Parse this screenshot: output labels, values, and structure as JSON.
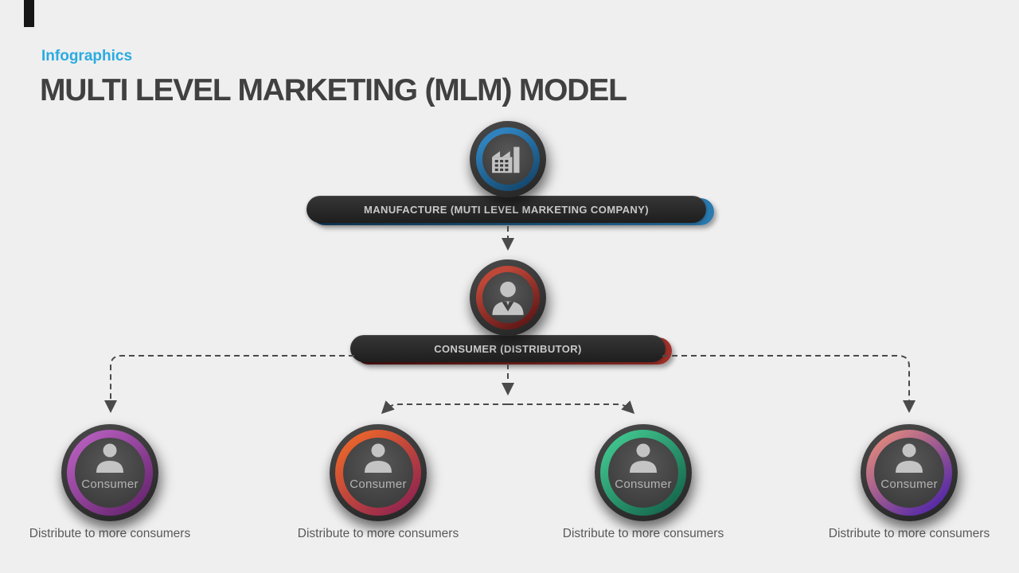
{
  "slide": {
    "background_color": "#efefef",
    "ribbon_color": "#161616",
    "eyebrow": {
      "text": "Infographics",
      "color": "#29abe2"
    },
    "title": {
      "text": "MULTI LEVEL MARKETING (MLM) MODEL",
      "color": "#404040"
    }
  },
  "diagram": {
    "manufacturer": {
      "icon": "factory-icon",
      "ring_colors": [
        "#2f82bd",
        "#14466b"
      ],
      "bar": {
        "label": "MANUFACTURE (MUTI LEVEL MARKETING COMPANY)",
        "accent_colors": [
          "#123a57",
          "#2a7ab0"
        ]
      }
    },
    "distributor": {
      "icon": "person-icon",
      "ring_colors": [
        "#bf4738",
        "#5c1616"
      ],
      "bar": {
        "label": "CONSUMER (DISTRIBUTOR)",
        "accent_colors": [
          "#4a1210",
          "#a03028"
        ]
      }
    },
    "consumers": [
      {
        "label": "Consumer",
        "caption": "Distribute to more consumers",
        "icon": "person-icon",
        "ring_colors": [
          "#b35cbb",
          "#67256f"
        ]
      },
      {
        "label": "Consumer",
        "caption": "Distribute to more consumers",
        "icon": "person-icon",
        "ring_colors": [
          "#e8632c",
          "#8e2350"
        ]
      },
      {
        "label": "Consumer",
        "caption": "Distribute to more consumers",
        "icon": "person-icon",
        "ring_colors": [
          "#3fc18c",
          "#15654c"
        ]
      },
      {
        "label": "Consumer",
        "caption": "Distribute to more consumers",
        "icon": "person-icon",
        "ring_colors": [
          "#d8837f",
          "#4f25a8"
        ]
      }
    ],
    "connector_color": "#4a4a4a",
    "node_text_color": "#b3b3b3",
    "bar_text_color": "#c9c9c9",
    "caption_color": "#595959"
  }
}
